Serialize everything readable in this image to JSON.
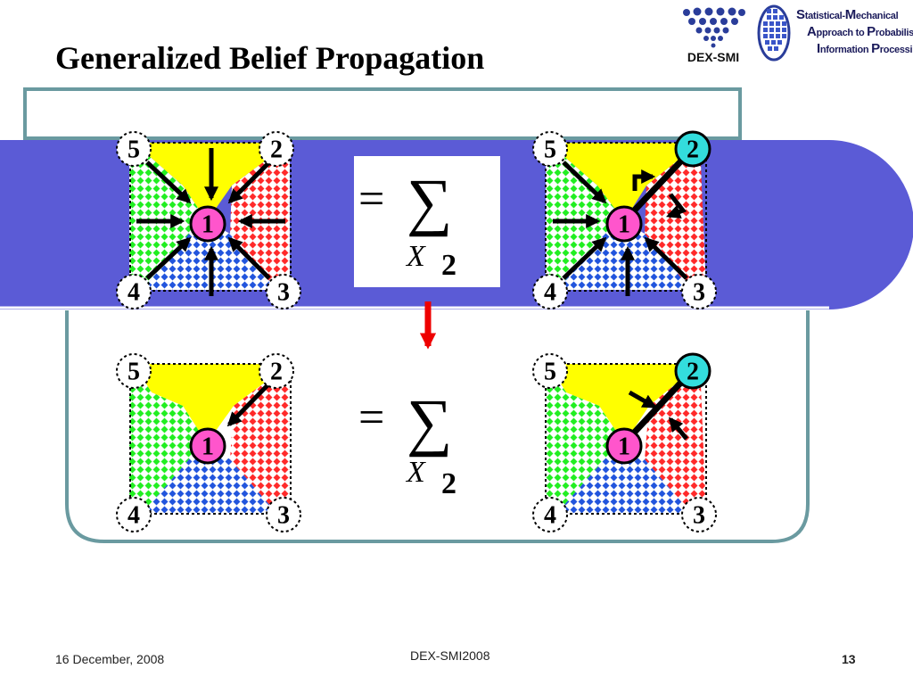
{
  "title": "Generalized Belief Propagation",
  "logos": {
    "dex_smi": "DEX-SMI",
    "smapip": {
      "line1_initial": "S",
      "line1_rest": "tatistical-",
      "line1b_initial": "M",
      "line1b_rest": "echanical",
      "line2_initial": "A",
      "line2_rest": "pproach to ",
      "line2b_initial": "P",
      "line2b_rest": "robabilistic",
      "line3_initial": "I",
      "line3_rest": "nformation ",
      "line3b_initial": "P",
      "line3b_rest": "rocessing"
    }
  },
  "diagrams": {
    "nodes": [
      "1",
      "2",
      "3",
      "4",
      "5"
    ],
    "colors": {
      "yellow_region": "#ffff00",
      "red_region": "#ff2a2a",
      "green_region": "#22ee22",
      "blue_region": "#2255dd",
      "node1_fill": "#ff55cc",
      "node2_highlight": "#33dddd",
      "band": "#5b5bd6",
      "frame": "#6a9aa0",
      "down_arrow": "#ee0000"
    }
  },
  "equations": {
    "top": {
      "equals": "=",
      "sum": "∑",
      "var": "X",
      "sub": "2"
    },
    "bottom": {
      "equals": "=",
      "sum": "∑",
      "var": "X",
      "sub": "2"
    }
  },
  "footer": {
    "date": "16 December, 2008",
    "center": "DEX-SMI2008",
    "page": "13"
  }
}
